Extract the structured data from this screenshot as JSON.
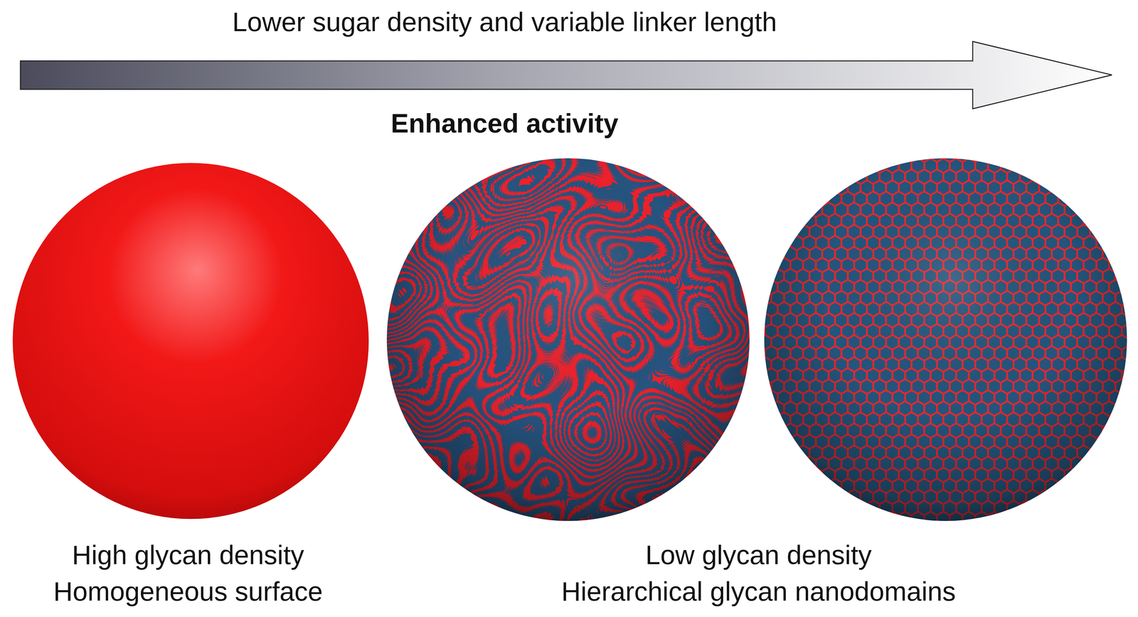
{
  "diagram": {
    "labels": [
      "Lower sugar density and variable linker length",
      "Enhanced activity",
      "High glycan density",
      "Homogeneous surface",
      "Low glycan density",
      "Hierarchical glycan nanodomains"
    ]
  }
}
